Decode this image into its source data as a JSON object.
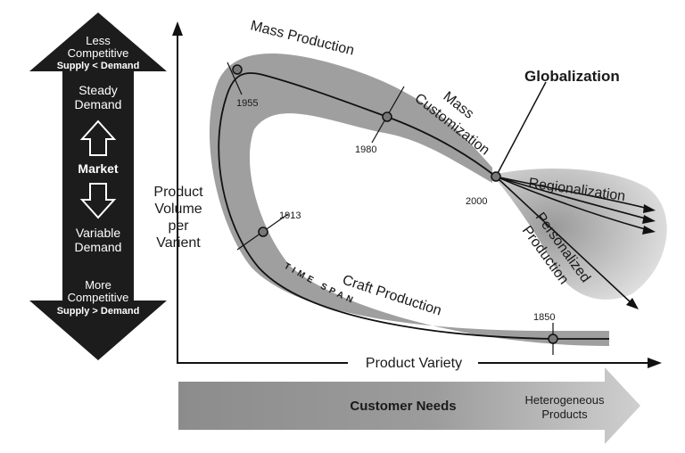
{
  "market_arrow": {
    "top_line1": "Less",
    "top_line2": "Competitive",
    "top_line3": "Supply < Demand",
    "steady_line1": "Steady",
    "steady_line2": "Demand",
    "center": "Market",
    "variable_line1": "Variable",
    "variable_line2": "Demand",
    "bottom_line1": "More",
    "bottom_line2": "Competitive",
    "bottom_line3": "Supply > Demand"
  },
  "axes": {
    "y_line1": "Product",
    "y_line2": "Volume",
    "y_line3": "per",
    "y_line4": "Varient",
    "x": "Product Variety"
  },
  "curve_labels": {
    "mass_production": "Mass Production",
    "mass_customization_1": "Mass",
    "mass_customization_2": "Customization",
    "globalization": "Globalization",
    "regionalization": "Regionalization",
    "personalized_1": "Personalized",
    "personalized_2": "Production",
    "craft_production": "Craft Production",
    "time_span": "TIME SPAN"
  },
  "years": {
    "y1850": "1850",
    "y1913": "1913",
    "y1955": "1955",
    "y1980": "1980",
    "y2000": "2000"
  },
  "customer_arrow": {
    "label": "Customer Needs",
    "end_line1": "Heterogeneous",
    "end_line2": "Products"
  }
}
